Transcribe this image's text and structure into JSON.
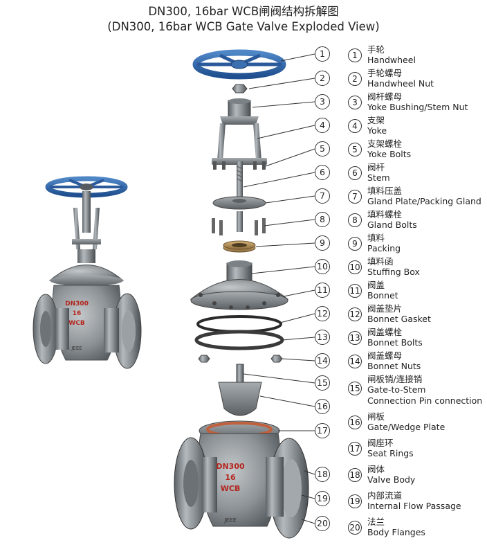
{
  "title": {
    "line1": "DN300, 16bar WCB闸阀结构拆解图",
    "line2": "(DN300, 16bar WCB Gate Valve Exploded View)"
  },
  "valve_marking": {
    "size": "DN300",
    "pressure": "16",
    "material": "WCB",
    "brand": "JEEE"
  },
  "parts": [
    {
      "num": "1",
      "cn": "手轮",
      "en": "Handwheel"
    },
    {
      "num": "2",
      "cn": "手轮螺母",
      "en": "Handwheel Nut"
    },
    {
      "num": "3",
      "cn": "阀杆螺母",
      "en": "Yoke Bushing/Stem Nut"
    },
    {
      "num": "4",
      "cn": "支架",
      "en": "Yoke"
    },
    {
      "num": "5",
      "cn": "支架螺栓",
      "en": "Yoke Bolts"
    },
    {
      "num": "6",
      "cn": "阀杆",
      "en": "Stem"
    },
    {
      "num": "7",
      "cn": "填料压盖",
      "en": "Gland Plate/Packing Gland"
    },
    {
      "num": "8",
      "cn": "填料螺栓",
      "en": "Gland Bolts"
    },
    {
      "num": "9",
      "cn": "填料",
      "en": "Packing"
    },
    {
      "num": "10",
      "cn": "填料函",
      "en": "Stuffing Box"
    },
    {
      "num": "11",
      "cn": "阀盖",
      "en": "Bonnet"
    },
    {
      "num": "12",
      "cn": "阀盖垫片",
      "en": "Bonnet Gasket"
    },
    {
      "num": "13",
      "cn": "阀盖螺栓",
      "en": "Bonnet Bolts"
    },
    {
      "num": "14",
      "cn": "阀盖螺母",
      "en": "Bonnet Nuts"
    },
    {
      "num": "15",
      "cn": "闸板销/连接销",
      "en": "Gate-to-Stem",
      "en2": "Connection Pin connection"
    },
    {
      "num": "16",
      "cn": "闸板",
      "en": "Gate/Wedge Plate"
    },
    {
      "num": "17",
      "cn": "阀座环",
      "en": "Seat Rings"
    },
    {
      "num": "18",
      "cn": "阀体",
      "en": "Valve Body"
    },
    {
      "num": "19",
      "cn": "内部流道",
      "en": "Internal Flow Passage"
    },
    {
      "num": "20",
      "cn": "法兰",
      "en": "Body Flanges"
    }
  ]
}
